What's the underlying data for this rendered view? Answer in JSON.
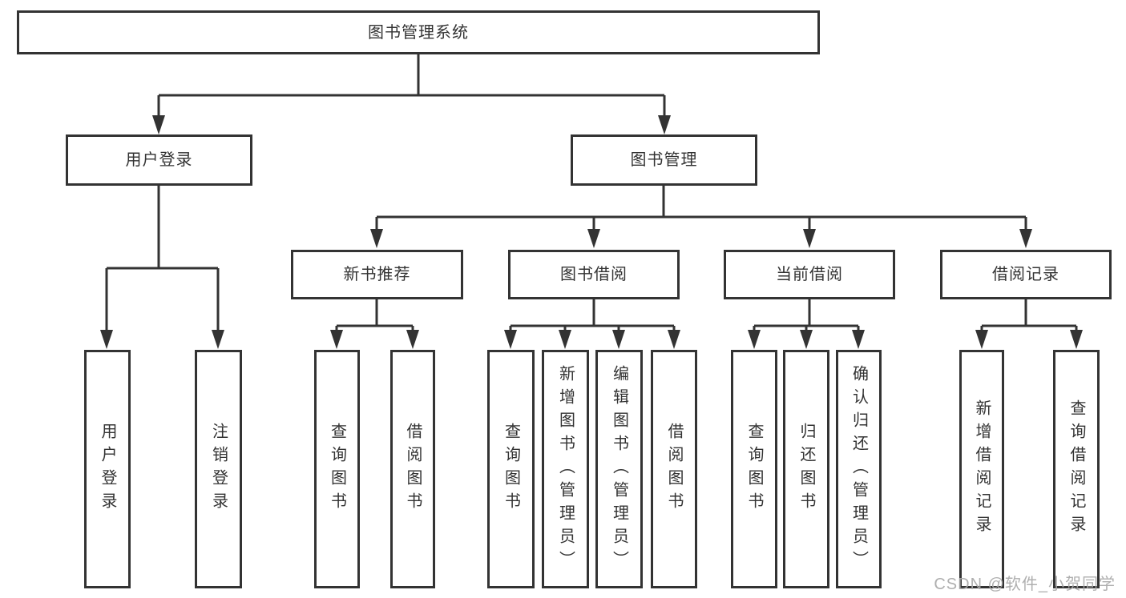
{
  "diagram_title": "图书管理系统",
  "nodes": {
    "root": {
      "label": "图书管理系统"
    },
    "level2": [
      {
        "label": "用户登录"
      },
      {
        "label": "图书管理"
      }
    ],
    "level3": [
      {
        "label": "新书推荐",
        "parent": "图书管理"
      },
      {
        "label": "图书借阅",
        "parent": "图书管理"
      },
      {
        "label": "当前借阅",
        "parent": "图书管理"
      },
      {
        "label": "借阅记录",
        "parent": "图书管理"
      }
    ],
    "leaves": [
      {
        "label": "用户登录",
        "parent": "用户登录"
      },
      {
        "label": "注销登录",
        "parent": "用户登录"
      },
      {
        "label": "查询图书",
        "parent": "新书推荐"
      },
      {
        "label": "借阅图书",
        "parent": "新书推荐"
      },
      {
        "label": "查询图书",
        "parent": "图书借阅"
      },
      {
        "label": "新增图书（管理员）",
        "parent": "图书借阅"
      },
      {
        "label": "编辑图书（管理员）",
        "parent": "图书借阅"
      },
      {
        "label": "借阅图书",
        "parent": "图书借阅"
      },
      {
        "label": "查询图书",
        "parent": "当前借阅"
      },
      {
        "label": "归还图书",
        "parent": "当前借阅"
      },
      {
        "label": "确认归还（管理员）",
        "parent": "当前借阅"
      },
      {
        "label": "新增借阅记录",
        "parent": "借阅记录"
      },
      {
        "label": "查询借阅记录",
        "parent": "借阅记录"
      }
    ]
  },
  "watermark": {
    "text": "CSDN @软件_小贺同学"
  },
  "colors": {
    "line": "#333333",
    "box_border": "#333333",
    "text": "#333333",
    "background": "#ffffff",
    "watermark_text": "#a8a8a8"
  }
}
